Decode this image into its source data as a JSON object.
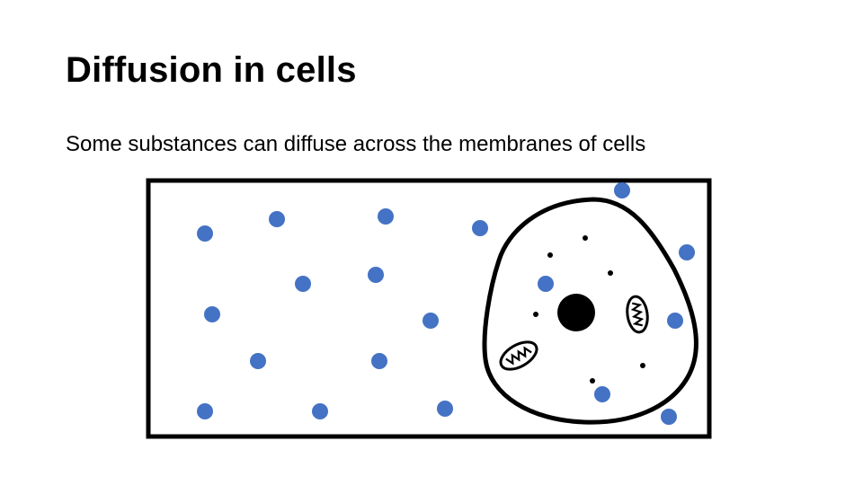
{
  "slide": {
    "title": "Diffusion in cells",
    "body": "Some substances can diffuse across the membranes of cells"
  },
  "figure": {
    "particle_color": "#4472C4",
    "outline_color": "#000000",
    "particle_icon": "blue-dot-particle",
    "cell_icon": "animal-cell",
    "mitochondrion_icon": "mitochondrion"
  }
}
